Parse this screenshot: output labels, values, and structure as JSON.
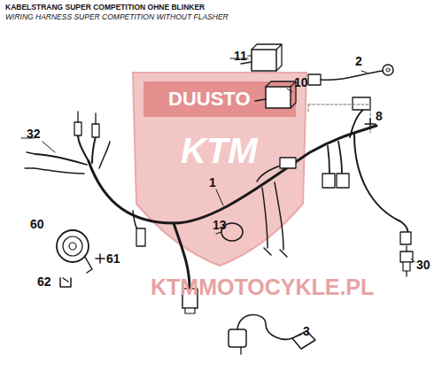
{
  "diagram": {
    "title": "KABELSTRANG SUPER COMPETITION OHNE BLINKER",
    "labels": [
      "WIRING HARNESS SUPER COMPETITION WITHOUT FLASHER",
      "DUUSTO",
      "KTM",
      "KTMMOTOCYKLE.PL",
      "11",
      "2",
      "10",
      "8",
      "32",
      "1",
      "13",
      "60",
      "61",
      "62",
      "30",
      "3"
    ]
  }
}
